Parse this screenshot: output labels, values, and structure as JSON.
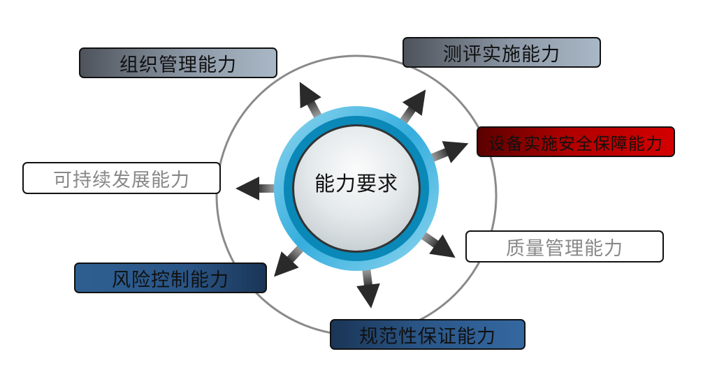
{
  "center": {
    "label": "能力要求"
  },
  "nodes": [
    {
      "id": "org",
      "label": "组织管理能力",
      "style": "gray"
    },
    {
      "id": "eval",
      "label": "测评实施能力",
      "style": "gray"
    },
    {
      "id": "equip",
      "label": "设备实施安全保障能力",
      "style": "red"
    },
    {
      "id": "sustain",
      "label": "可持续发展能力",
      "style": "white"
    },
    {
      "id": "quality",
      "label": "质量管理能力",
      "style": "white"
    },
    {
      "id": "risk",
      "label": "风险控制能力",
      "style": "blue"
    },
    {
      "id": "norm",
      "label": "规范性保证能力",
      "style": "blue"
    }
  ],
  "colors": {
    "ring_outer": "#5fc0e0",
    "ring_inner": "#0a88b8",
    "orbit": "#8a8a8a",
    "shadow": "#8590b4"
  }
}
